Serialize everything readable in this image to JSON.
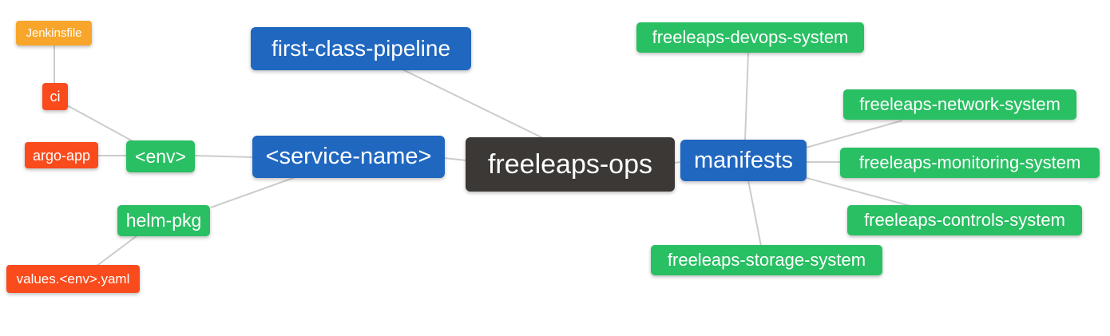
{
  "diagram": {
    "type": "mindmap",
    "root": "freeleaps_ops",
    "palette": {
      "blue": "#2067c0",
      "green": "#29bf63",
      "red": "#fa4b1c",
      "amber": "#f8a62b",
      "dark": "#3b3836",
      "edge_line": "#cccccc",
      "text": "#ffffff",
      "background": "#ffffff"
    },
    "nodes": {
      "jenkinsfile": {
        "label": "Jenkinsfile",
        "color": "#f8a62b"
      },
      "ci": {
        "label": "ci",
        "color": "#fa4b1c"
      },
      "argo_app": {
        "label": "argo-app",
        "color": "#fa4b1c"
      },
      "env": {
        "label": "<env>",
        "color": "#29bf63"
      },
      "helm_pkg": {
        "label": "helm-pkg",
        "color": "#29bf63"
      },
      "values_env_yaml": {
        "label": "values.<env>.yaml",
        "color": "#fa4b1c"
      },
      "first_class_pipeline": {
        "label": "first-class-pipeline",
        "color": "#2067c0"
      },
      "service_name": {
        "label": "<service-name>",
        "color": "#2067c0"
      },
      "freeleaps_ops": {
        "label": "freeleaps-ops",
        "color": "#3b3836"
      },
      "manifests": {
        "label": "manifests",
        "color": "#2067c0"
      },
      "devops_system": {
        "label": "freeleaps-devops-system",
        "color": "#29bf63"
      },
      "network_system": {
        "label": "freeleaps-network-system",
        "color": "#29bf63"
      },
      "monitoring_system": {
        "label": "freeleaps-monitoring-system",
        "color": "#29bf63"
      },
      "controls_system": {
        "label": "freeleaps-controls-system",
        "color": "#29bf63"
      },
      "storage_system": {
        "label": "freeleaps-storage-system",
        "color": "#29bf63"
      }
    },
    "edges": [
      {
        "from": "jenkinsfile",
        "to": "ci"
      },
      {
        "from": "ci",
        "to": "env"
      },
      {
        "from": "argo_app",
        "to": "env"
      },
      {
        "from": "env",
        "to": "service_name"
      },
      {
        "from": "service_name",
        "to": "helm_pkg"
      },
      {
        "from": "helm_pkg",
        "to": "values_env_yaml"
      },
      {
        "from": "first_class_pipeline",
        "to": "freeleaps_ops"
      },
      {
        "from": "service_name",
        "to": "freeleaps_ops"
      },
      {
        "from": "freeleaps_ops",
        "to": "manifests"
      },
      {
        "from": "manifests",
        "to": "devops_system"
      },
      {
        "from": "manifests",
        "to": "network_system"
      },
      {
        "from": "manifests",
        "to": "monitoring_system"
      },
      {
        "from": "manifests",
        "to": "controls_system"
      },
      {
        "from": "manifests",
        "to": "storage_system"
      }
    ]
  }
}
